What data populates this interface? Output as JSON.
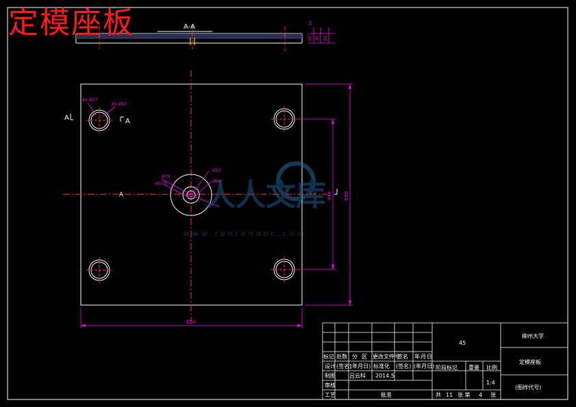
{
  "title": "定模座板",
  "section_label": "A-A",
  "section_dims": [
    "2",
    "22",
    "30",
    "50"
  ],
  "section_marker_left": "A",
  "section_marker_right": "A",
  "center_label": "A",
  "callouts": {
    "hole_a": "4X Ø57",
    "hole_b": "4X Ø50",
    "d_79": "Ø79",
    "d_120": "Ø120",
    "d_13": "Ø13",
    "d_60": "Ø60"
  },
  "dims": {
    "width": "650",
    "inner_height": "444",
    "outer_height": "650"
  },
  "watermark": {
    "text": "人人文库",
    "url": "www.renrendoc.com"
  },
  "title_block": {
    "material": "45",
    "school": "柳州大学",
    "part_name": "定模座板",
    "drawing_no": "(图样代号)",
    "scale": "1:4",
    "header_row": [
      "标记",
      "处数",
      "分",
      "区",
      "更改文件号",
      "签名",
      "年",
      "月",
      "日"
    ],
    "design_row": [
      "设计",
      "(签名)",
      "(年月日)",
      "标准化",
      "(签名)",
      "(年月日)"
    ],
    "stage_label": "阶段标记",
    "weight_label": "重量",
    "scale_label": "比例",
    "draw_label": "制图",
    "drafter": "吕云科",
    "date": "2014.5",
    "review_label": "审核",
    "process_label": "工艺",
    "approve_label": "批准",
    "sheets_total_label": "共",
    "sheets_total": "11",
    "sheet_label": "张  第",
    "sheet_no": "4",
    "sheet_suffix": "张"
  }
}
